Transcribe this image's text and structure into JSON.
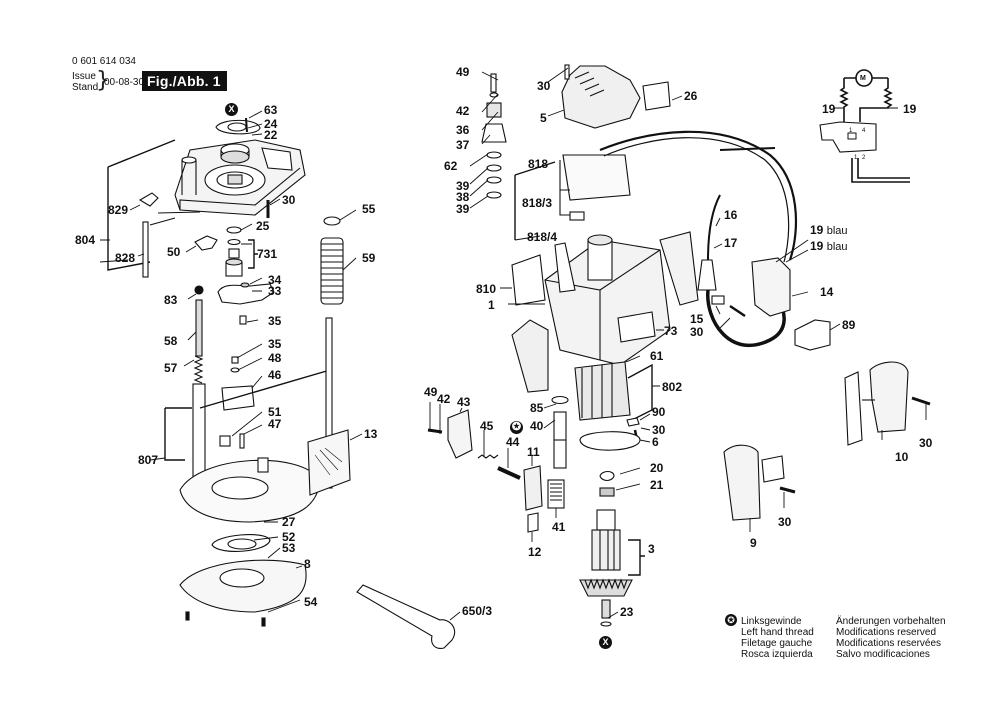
{
  "header": {
    "part_number": "0 601 614 034",
    "issue_label": "Issue",
    "stand_label": "Stand",
    "date": "00-08-30",
    "figure_label": "Fig./Abb. 1"
  },
  "diagram": {
    "title": "Exploded parts diagram",
    "left_hand_thread_symbol": "✪",
    "x_marker": "X",
    "labels": {
      "l63": "63",
      "l24": "24",
      "l22": "22",
      "l30a": "30",
      "l829": "829",
      "l804": "804",
      "l828": "828",
      "l50": "50",
      "l25": "25",
      "l731": "731",
      "l34": "34",
      "l33": "33",
      "l83": "83",
      "l35a": "35",
      "l58": "58",
      "l35b": "35",
      "l48": "48",
      "l57": "57",
      "l46": "46",
      "l51": "51",
      "l47": "47",
      "l807": "807",
      "l27": "27",
      "l52": "52",
      "l53": "53",
      "l8": "8",
      "l54": "54",
      "l55": "55",
      "l59": "59",
      "l13": "13",
      "l49a": "49",
      "l42a": "42",
      "l36": "36",
      "l37": "37",
      "l62": "62",
      "l39a": "39",
      "l38": "38",
      "l39b": "39",
      "l30b": "30",
      "l5": "5",
      "l26": "26",
      "l818": "818",
      "l818_3": "818/3",
      "l818_4": "818/4",
      "l810": "810",
      "l1": "1",
      "l73": "73",
      "l61": "61",
      "l802": "802",
      "l90": "90",
      "l30c": "30",
      "l6": "6",
      "l85": "85",
      "l40": "40",
      "l49b": "49",
      "l42b": "42",
      "l43": "43",
      "l45": "45",
      "l44": "44",
      "l11": "11",
      "l41": "41",
      "l12": "12",
      "l20": "20",
      "l21": "21",
      "l3": "3",
      "l23": "23",
      "l650_3": "650/3",
      "l16": "16",
      "l17": "17",
      "l19a": "19",
      "l19b": "19",
      "blau": "blau",
      "l14": "14",
      "l15": "15",
      "l30d": "30",
      "l89": "89",
      "l10": "10",
      "l30e": "30",
      "l9": "9",
      "l30f": "30",
      "w19a": "19",
      "w19b": "19",
      "motor": "M",
      "sw1": "1",
      "sw2": "2",
      "sw4": "4"
    }
  },
  "legend": {
    "left": [
      "Linksgewinde",
      "Left hand thread",
      "Filetage gauche",
      "Rosca izquierda"
    ],
    "right": [
      "Änderungen vorbehalten",
      "Modifications reserved",
      "Modifications reservées",
      "Salvo modificaciones"
    ]
  }
}
